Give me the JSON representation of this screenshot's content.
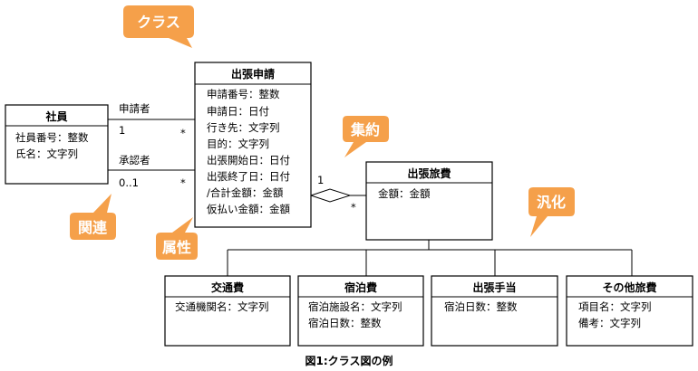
{
  "classes": {
    "shain": {
      "name": "社員",
      "attrs": [
        "社員番号：整数",
        "氏名：文字列"
      ]
    },
    "shutchou_shinsei": {
      "name": "出張申請",
      "attrs": [
        "申請番号：整数",
        "申請日：日付",
        "行き先：文字列",
        "目的：文字列",
        "出張開始日：日付",
        "出張終了日：日付",
        "/合計金額：金額",
        "仮払い金額：金額"
      ]
    },
    "shutchou_ryohi": {
      "name": "出張旅費",
      "attrs": [
        "金額：金額"
      ]
    },
    "koutsuuhi": {
      "name": "交通費",
      "attrs": [
        "交通機関名：文字列"
      ]
    },
    "shukuhakuhi": {
      "name": "宿泊費",
      "attrs": [
        "宿泊施設名：文字列",
        "宿泊日数：整数"
      ]
    },
    "shutchou_teate": {
      "name": "出張手当",
      "attrs": [
        "宿泊日数：整数"
      ]
    },
    "sonota_ryohi": {
      "name": "その他旅費",
      "attrs": [
        "項目名：文字列",
        "備考：文字列"
      ]
    }
  },
  "associations": {
    "applicant": {
      "role": "申請者",
      "mult_left": "1",
      "mult_right": "*"
    },
    "approver": {
      "role": "承認者",
      "mult_left": "0..1",
      "mult_right": "*"
    },
    "aggregation": {
      "mult_whole": "1",
      "mult_part": "*"
    }
  },
  "callouts": {
    "class": "クラス",
    "aggregation": "集約",
    "generalization": "汎化",
    "association": "関連",
    "attribute": "属性"
  },
  "colors": {
    "callout_fill": "#f5a04a",
    "line": "#000000",
    "background": "#ffffff"
  },
  "caption": "図1:クラス図の例"
}
